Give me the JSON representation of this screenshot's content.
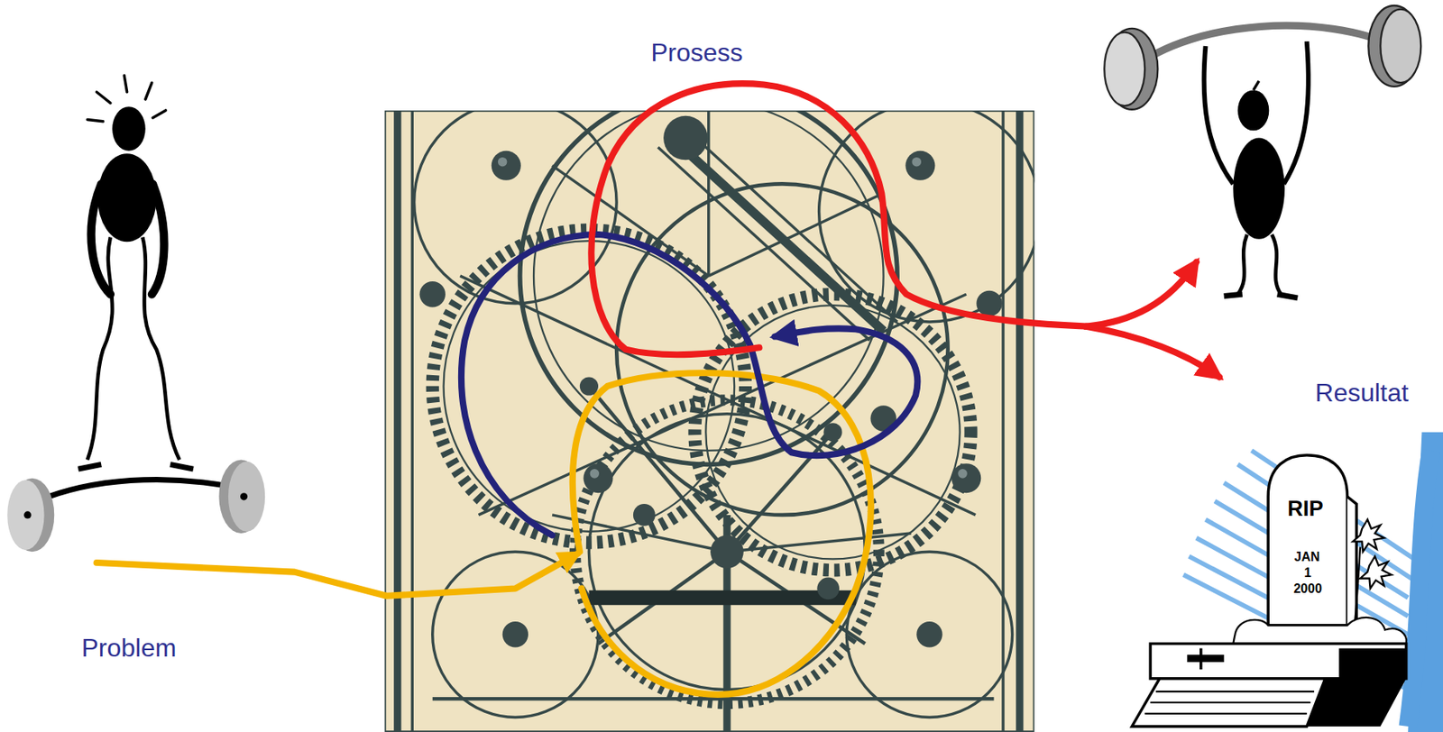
{
  "diagram": {
    "labels": [
      "Prosess",
      "Problem",
      "Resultat",
      "RIP",
      "JAN",
      "1",
      "2000"
    ]
  }
}
